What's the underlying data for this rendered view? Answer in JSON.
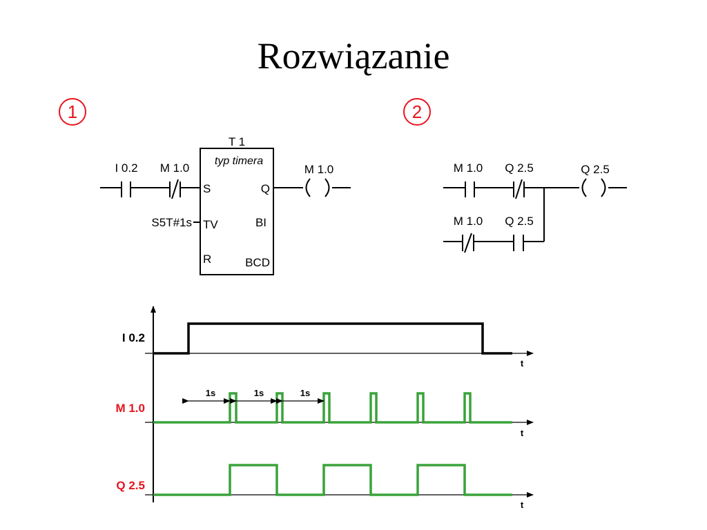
{
  "title": "Rozwiązanie",
  "colors": {
    "accent_red": "#e8141e",
    "signal_black": "#000000",
    "signal_green": "#3aa33a"
  },
  "circuit1": {
    "number": "1",
    "contact1": "I 0.2",
    "contact2": "M 1.0",
    "timer_name": "T 1",
    "timer_type": "typ timera",
    "pin_s": "S",
    "pin_q": "Q",
    "pin_tv": "TV",
    "pin_bi": "BI",
    "pin_r": "R",
    "pin_bcd": "BCD",
    "tv_value": "S5T#1s",
    "coil": "M 1.0"
  },
  "circuit2": {
    "number": "2",
    "row1_contact1": "M 1.0",
    "row1_contact2": "Q 2.5",
    "row2_contact1": "M 1.0",
    "row2_contact2": "Q 2.5",
    "coil": "Q 2.5"
  },
  "timing": {
    "axis_label": "t",
    "interval_label": "1s",
    "signals": [
      {
        "name": "I 0.2",
        "color": "#000000",
        "label_color": "#000000"
      },
      {
        "name": "M 1.0",
        "color": "#3aa33a",
        "label_color": "#e8141e"
      },
      {
        "name": "Q 2.5",
        "color": "#3aa33a",
        "label_color": "#e8141e"
      }
    ]
  }
}
